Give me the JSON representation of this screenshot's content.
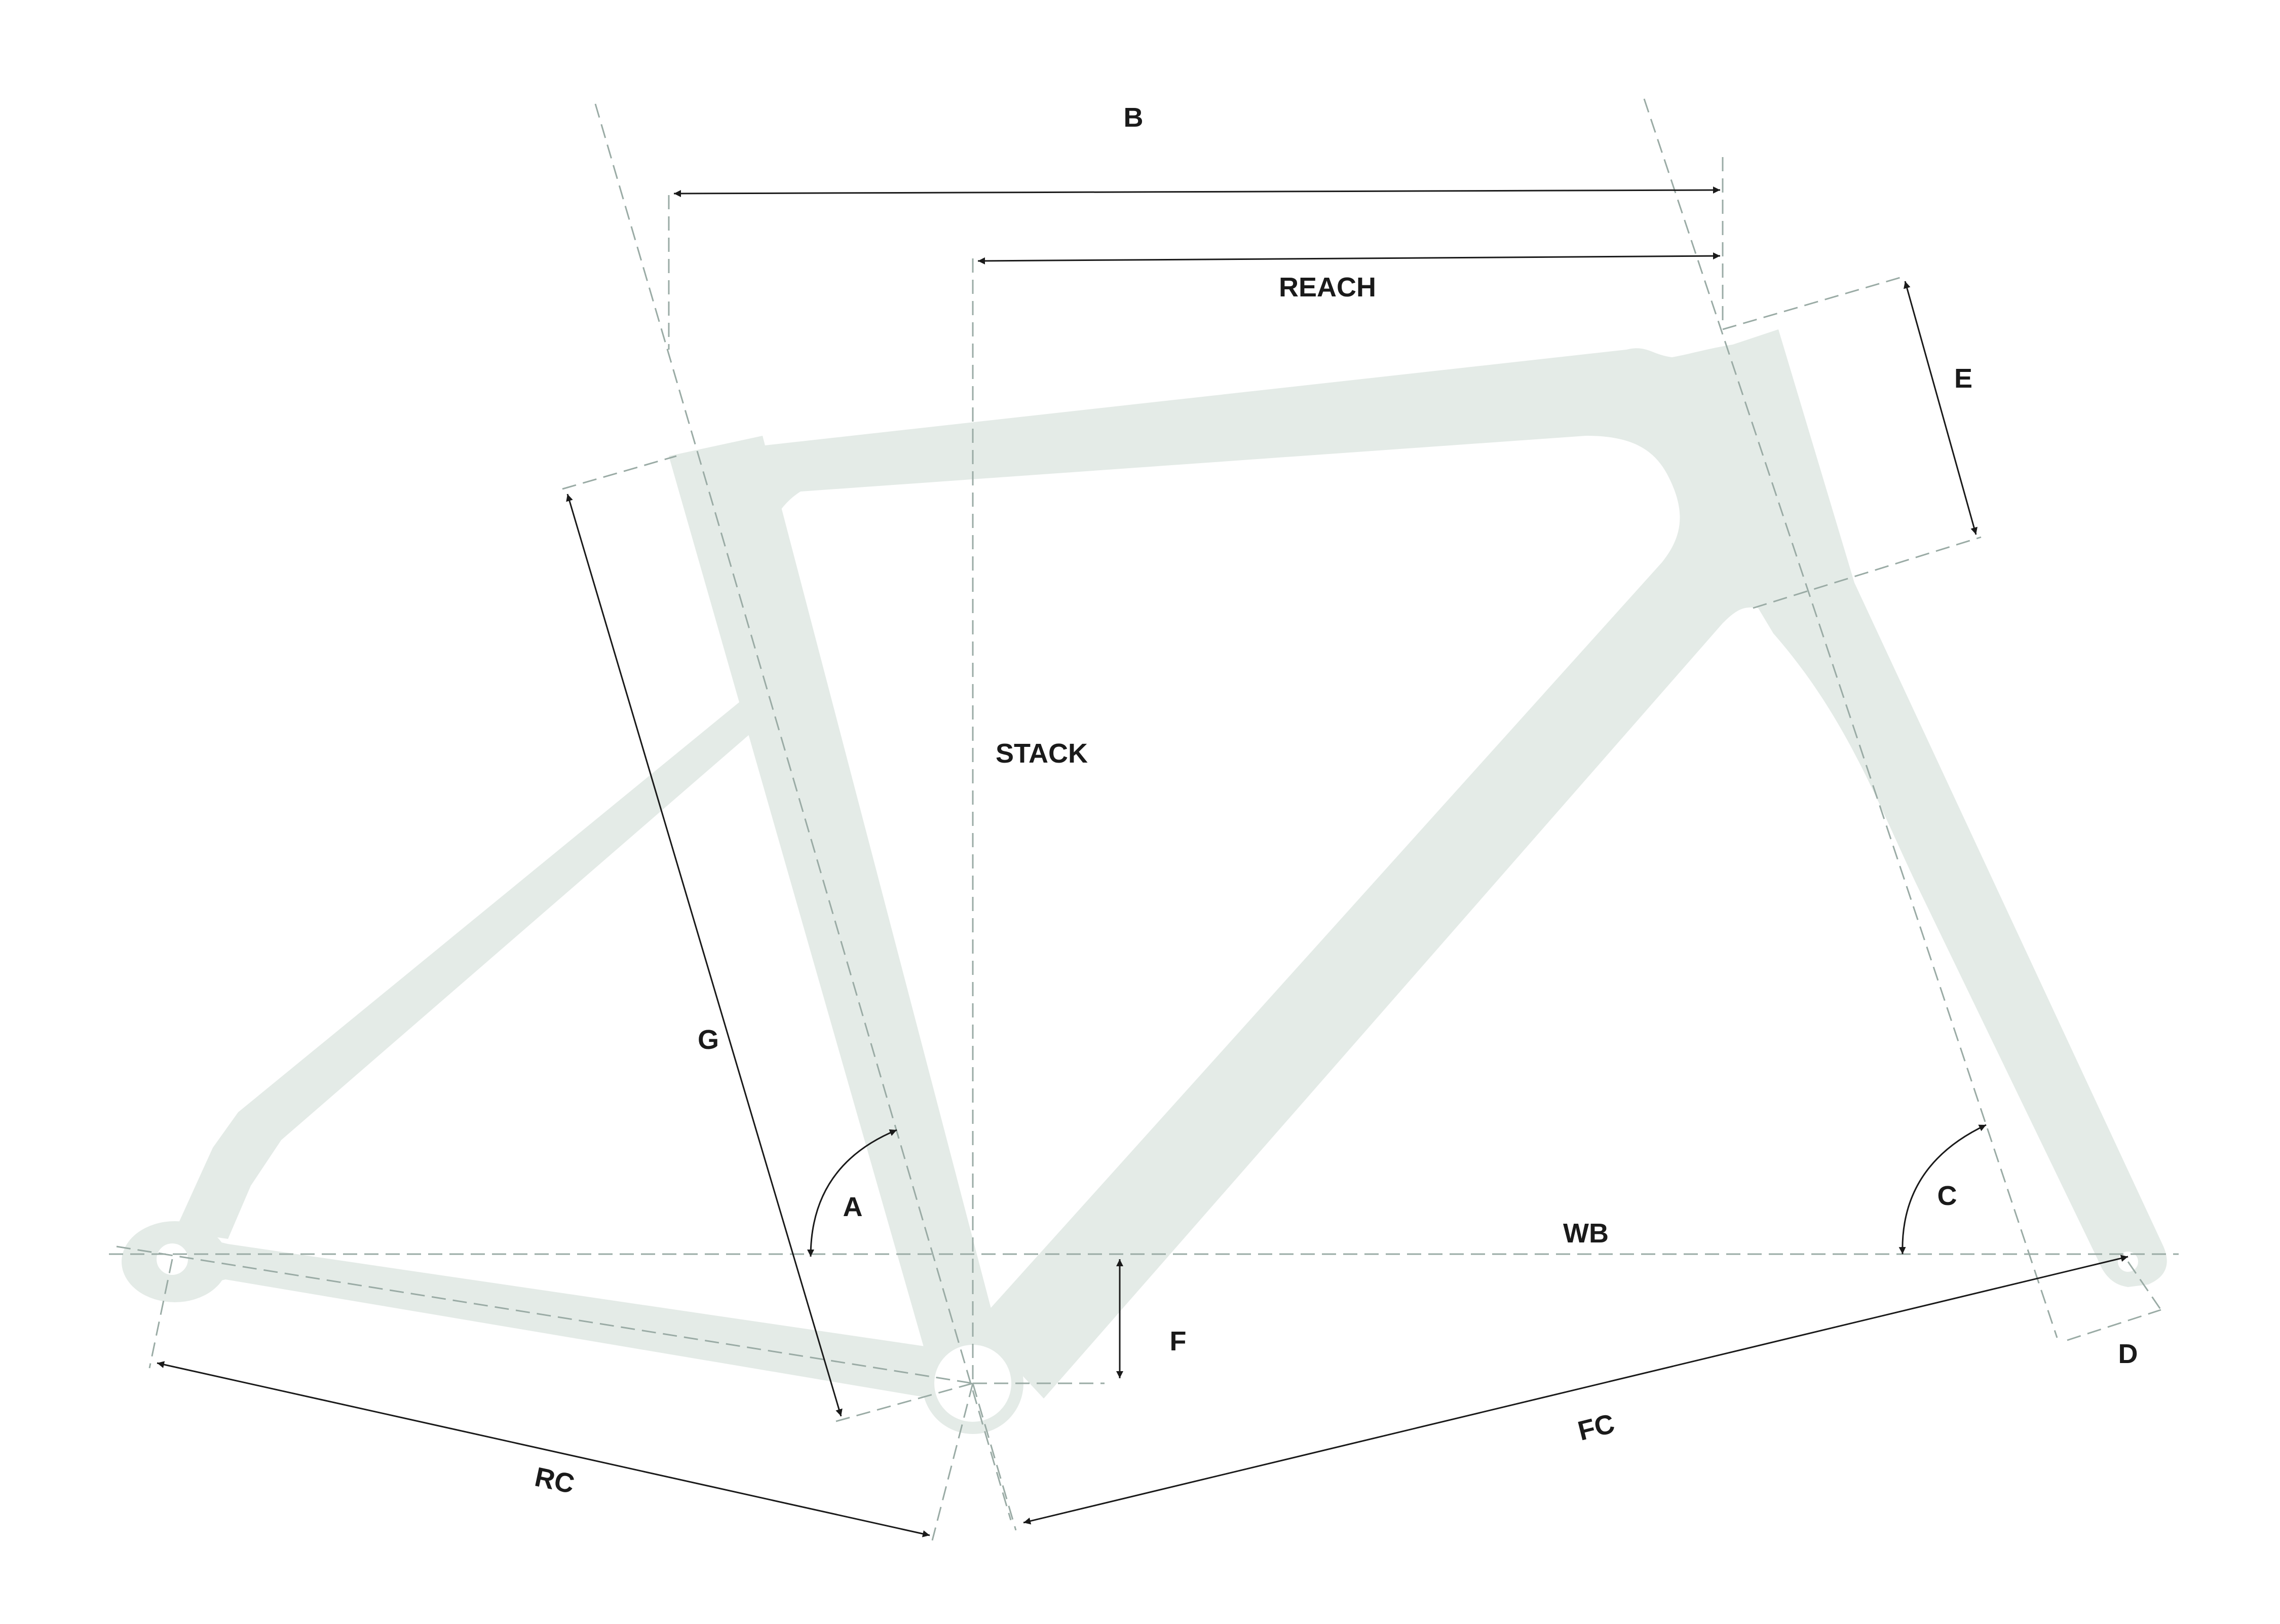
{
  "diagram": {
    "labels": {
      "b": "B",
      "reach": "REACH",
      "e": "E",
      "stack": "STACK",
      "g": "G",
      "a": "A",
      "c": "C",
      "wb": "WB",
      "f": "F",
      "d": "D",
      "fc": "FC",
      "rc": "RC"
    },
    "colors": {
      "frame": "#e4ebe7",
      "guide": "#9aaba5",
      "dimension": "#1a1a1a"
    }
  }
}
